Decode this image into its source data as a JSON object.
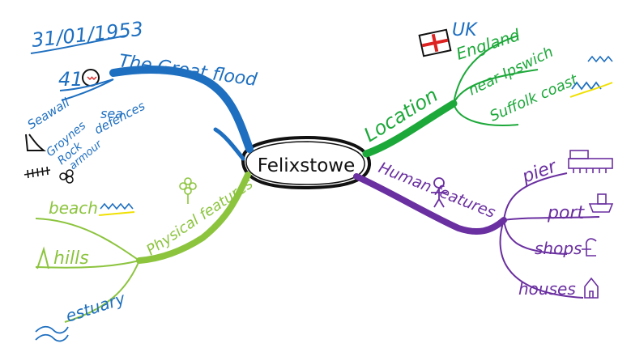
{
  "center": {
    "label": "Felixstowe"
  },
  "branches": {
    "flood": {
      "label": "The Great flood",
      "color": "#1e6fc0",
      "items": {
        "date": "31/01/1953",
        "deaths": "41",
        "seawall": "Seawall",
        "sea": "sea",
        "defences": "defences",
        "groynes": "Groynes",
        "rock": "Rock",
        "armour": "armour"
      }
    },
    "location": {
      "label": "Location",
      "color": "#1da83a",
      "items": {
        "uk": "UK",
        "england": "England",
        "near_ipswich": "near Ipswich",
        "suffolk_coast": "Suffolk coast"
      }
    },
    "human": {
      "label": "Human features",
      "color": "#6a2fa0",
      "items": {
        "pier": "pier",
        "port": "port",
        "shops": "shops",
        "houses": "houses"
      }
    },
    "physical": {
      "label": "Physical features",
      "color": "#8cc43e",
      "items": {
        "beach": "beach",
        "hills": "hills",
        "estuary": "estuary"
      }
    }
  }
}
